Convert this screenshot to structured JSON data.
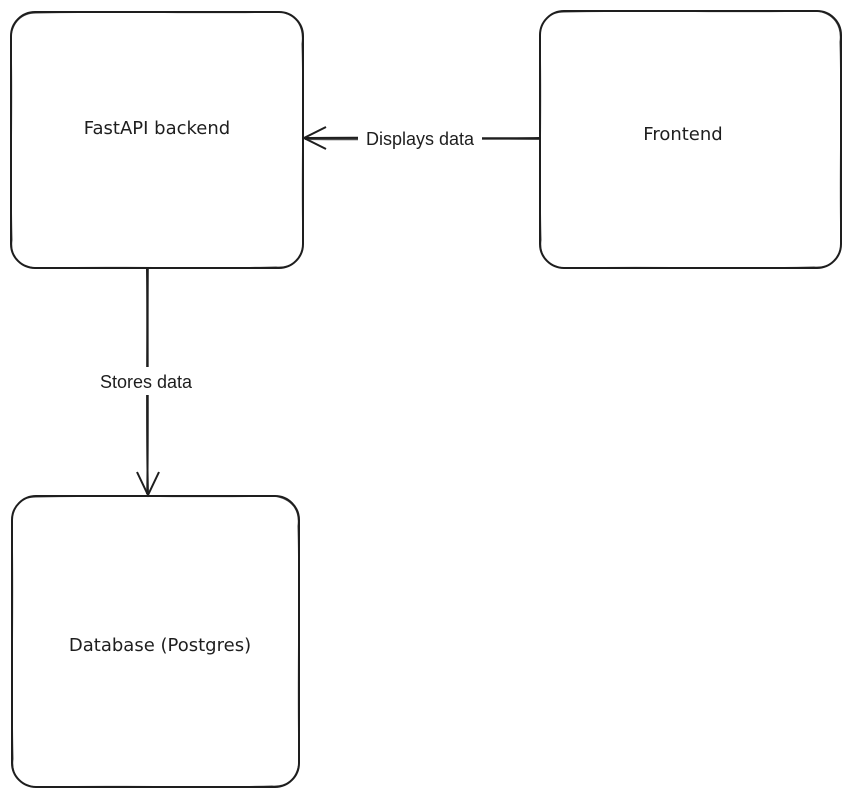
{
  "diagram": {
    "nodes": {
      "backend": {
        "label": "FastAPI backend"
      },
      "frontend": {
        "label": "Frontend"
      },
      "database": {
        "label": "Database (Postgres)"
      }
    },
    "edges": {
      "frontend_to_backend": {
        "label": "Displays data",
        "from": "Frontend",
        "to": "FastAPI backend"
      },
      "backend_to_database": {
        "label": "Stores data",
        "from": "FastAPI backend",
        "to": "Database (Postgres)"
      }
    }
  },
  "colors": {
    "stroke": "#1e1e1e",
    "background": "#ffffff"
  }
}
